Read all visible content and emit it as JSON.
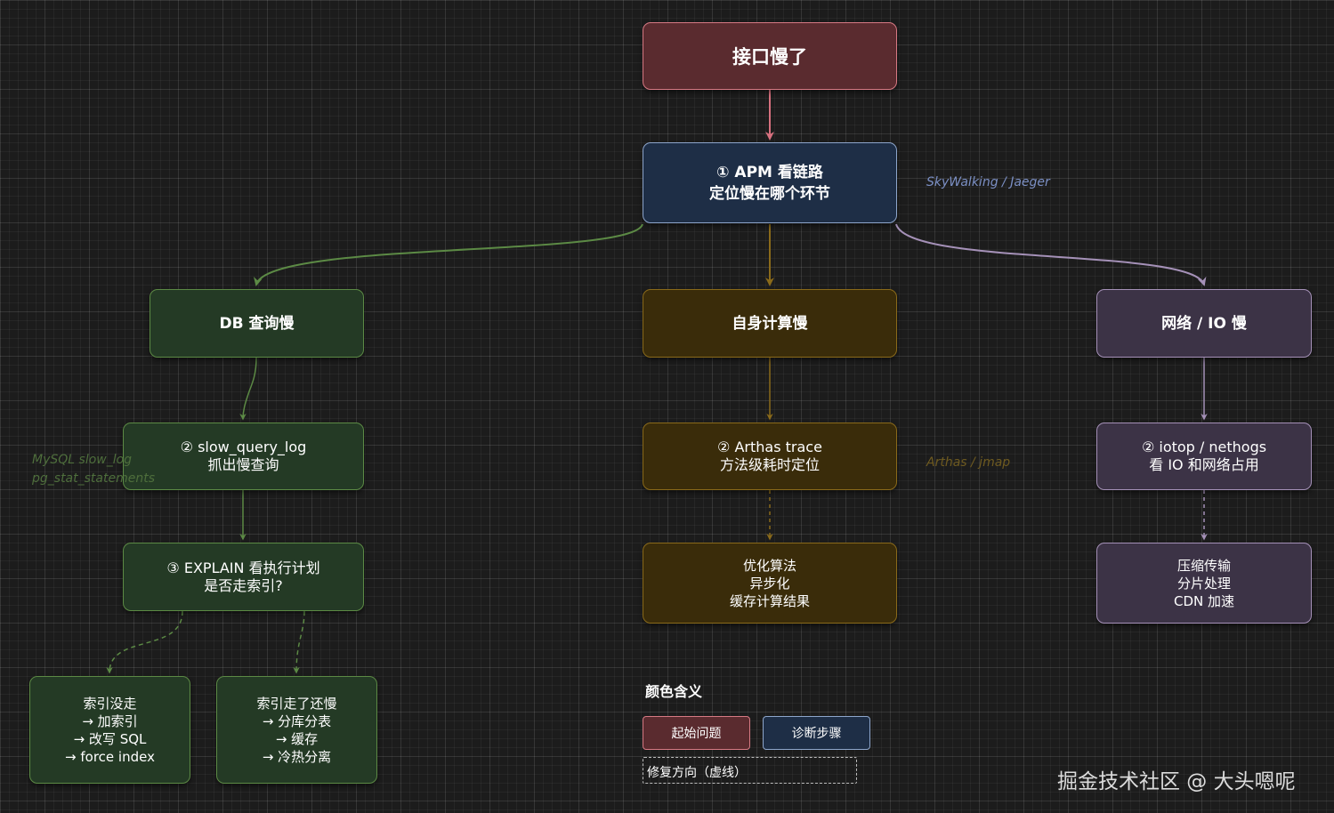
{
  "nodes": {
    "root": "接口慢了",
    "apm": [
      "① APM 看链路",
      "定位慢在哪个环节"
    ],
    "db": "DB 查询慢",
    "self": "自身计算慢",
    "net": "网络 / IO 慢",
    "slowlog": [
      "② slow_query_log",
      "抓出慢查询"
    ],
    "arthas": [
      "② Arthas trace",
      "方法级耗时定位"
    ],
    "iotop": [
      "② iotop / nethogs",
      "看 IO 和网络占用"
    ],
    "explain": [
      "③ EXPLAIN 看执行计划",
      "是否走索引?"
    ],
    "optimize": [
      "优化算法",
      "异步化",
      "缓存计算结果"
    ],
    "compress": [
      "压缩传输",
      "分片处理",
      "CDN 加速"
    ],
    "noindex": [
      "索引没走",
      "→ 加索引",
      "→ 改写 SQL",
      "→ force index"
    ],
    "indexslow": [
      "索引走了还慢",
      "→ 分库分表",
      "→ 缓存",
      "→ 冷热分离"
    ]
  },
  "notes": {
    "skywalking": "SkyWalking / Jaeger",
    "mysql": [
      "MySQL slow_log",
      "pg_stat_statements"
    ],
    "arthas": "Arthas / jmap"
  },
  "legend": {
    "title": "颜色含义",
    "start": "起始问题",
    "step": "诊断步骤",
    "fix": "修复方向（虚线）"
  },
  "watermark": "掘金技术社区 @ 大头嗯呢",
  "colors": {
    "red_edge": "#d7707e",
    "green_edge": "#5c8a45",
    "yellow_edge": "#8a6a1a",
    "purple_edge": "#a591b8",
    "note_blue": "#7b8fc4",
    "note_green": "#4e6e3c",
    "note_yellow": "#6e5a20"
  }
}
